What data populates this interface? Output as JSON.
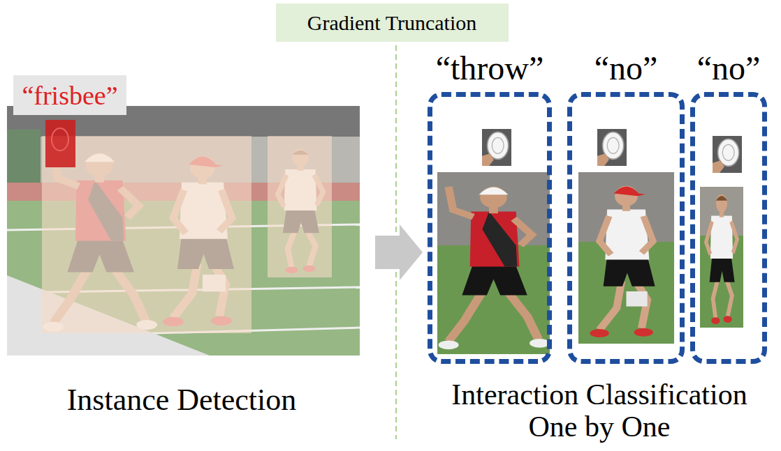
{
  "diagram": {
    "nodes": [
      {
        "text": [
          "Gradient Truncation"
        ]
      },
      {
        "text": [
          "“frisbee”"
        ]
      },
      {
        "text": [
          "“throw”"
        ]
      },
      {
        "text": [
          "“no”"
        ]
      },
      {
        "text": [
          "“no”"
        ]
      }
    ],
    "labels": [
      "Instance Detection",
      "Interaction Classification One by One"
    ]
  }
}
